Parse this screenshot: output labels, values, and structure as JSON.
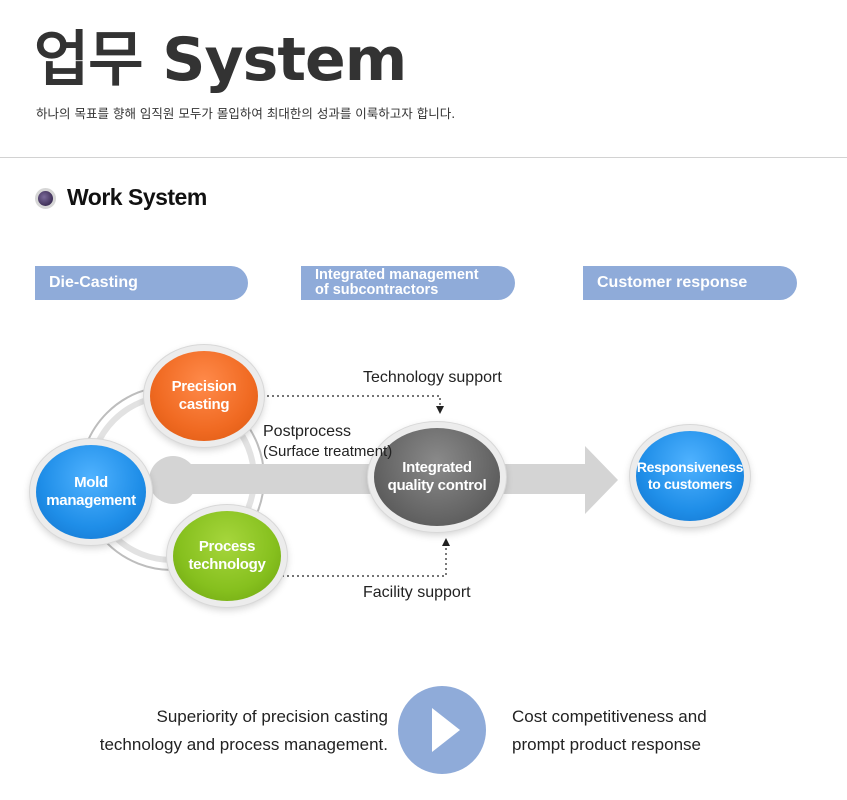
{
  "header": {
    "title": "업무 System",
    "subtitle": "하나의 목표를 향해 임직원 모두가 몰입하여 최대한의 성과를 이룩하고자 합니다."
  },
  "section": {
    "title": "Work System"
  },
  "stages": [
    {
      "label": "Die-Casting"
    },
    {
      "label": "Integrated management\nof subcontractors"
    },
    {
      "label": "Customer response"
    }
  ],
  "nodes": {
    "precision_casting": "Precision\ncasting",
    "mold_management": "Mold\nmanagement",
    "process_technology": "Process\ntechnology",
    "integrated_qc": "Integrated\nquality control",
    "responsiveness": "Responsiveness\nto customers"
  },
  "labels": {
    "technology_support": "Technology support",
    "postprocess": "Postprocess",
    "surface_treatment": "(Surface treatment)",
    "facility_support": "Facility support"
  },
  "bottom": {
    "left_text": "Superiority of precision casting\ntechnology and process management.",
    "right_text": "Cost competitiveness and\nprompt product response"
  },
  "colors": {
    "stage_pill": "#8fabd9",
    "precision_casting": "#f06a22",
    "mold_management": "#1f8ee8",
    "process_technology": "#86c01e",
    "integrated_qc": "#666666",
    "responsiveness": "#1f8ee8",
    "arrow": "#d4d4d4"
  },
  "icons": {
    "section_bullet": "purple-bullet-icon",
    "play": "play-arrow-icon"
  }
}
